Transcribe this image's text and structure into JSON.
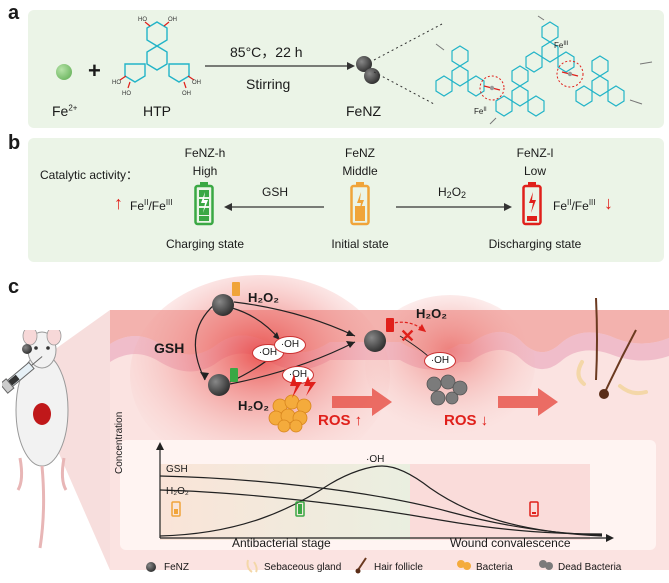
{
  "panel_a": {
    "letter": "a",
    "fe_label": "Fe",
    "fe_charge": "2+",
    "plus": "+",
    "htp_label": "HTP",
    "condition_top": "85°C，22 h",
    "condition_bottom": "Stirring",
    "product_label": "FeNZ",
    "fe_site_1": "Fe",
    "fe_site_1_ox": "II",
    "fe_site_2": "Fe",
    "fe_site_2_ox": "III",
    "hydroxyl": "HO",
    "hydroxyl_r": "OH",
    "colors": {
      "fe_ball": "#7cc46e",
      "htp_bond": "#22b4c8",
      "htp_o": "#e0201b"
    }
  },
  "panel_b": {
    "letter": "b",
    "catalytic_label": "Catalytic activity：",
    "states": [
      {
        "name": "FeNZ-h",
        "activity": "High",
        "state": "Charging state",
        "color": "#3aa844"
      },
      {
        "name": "FeNZ",
        "activity": "Middle",
        "state": "Initial state",
        "color": "#f0a43a"
      },
      {
        "name": "FeNZ-l",
        "activity": "Low",
        "state": "Discharging state",
        "color": "#e0201b"
      }
    ],
    "gsh_label": "GSH",
    "h2o2_label": "H",
    "h2o2_sub1": "2",
    "h2o2_mid": "O",
    "h2o2_sub2": "2",
    "ratio_left": "Fe",
    "ratio_left_ox1": "II",
    "ratio_left_mid": "/Fe",
    "ratio_left_ox2": "III",
    "ratio_right": "Fe",
    "ratio_right_ox1": "II",
    "ratio_right_mid": "/Fe",
    "ratio_right_ox2": "III",
    "arrow_up": "↑",
    "arrow_down": "↓"
  },
  "panel_c": {
    "letter": "c",
    "gsh": "GSH",
    "h2o2_top": "H₂O₂",
    "h2o2_bottom": "H₂O₂",
    "h2o2_right": "H₂O₂",
    "oh": "·OH",
    "ros_up": "ROS ↑",
    "ros_down": "ROS ↓",
    "cross": "✕",
    "chart": {
      "ylabel": "Concentration",
      "gsh_curve": "GSH",
      "h2o2_curve": "H₂O₂",
      "oh_curve": "·OH",
      "stage_1": "Antibacterial stage",
      "stage_2": "Wound convalescence"
    },
    "legend": [
      {
        "icon": "fenz-ball",
        "label": "FeNZ"
      },
      {
        "icon": "sebaceous-gland",
        "label": "Sebaceous gland"
      },
      {
        "icon": "hair-follicle",
        "label": "Hair follicle"
      },
      {
        "icon": "bacteria",
        "label": "Bacteria"
      },
      {
        "icon": "dead-bacteria",
        "label": "Dead Bacteria"
      }
    ]
  }
}
